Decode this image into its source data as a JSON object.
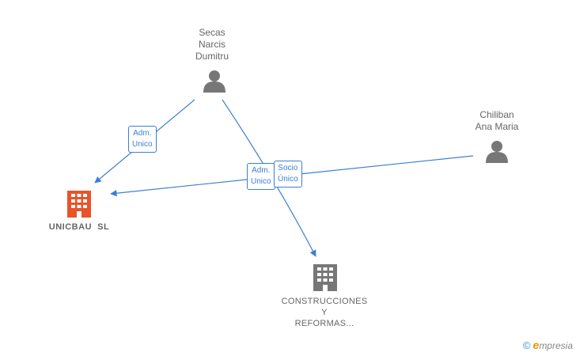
{
  "nodes": {
    "secas": {
      "lines": [
        "Secas",
        "Narcis",
        "Dumitru"
      ]
    },
    "chiliban": {
      "lines": [
        "Chiliban",
        "Ana Maria"
      ]
    },
    "unicbau": {
      "lines": [
        "UNICBAU  SL"
      ]
    },
    "construcciones": {
      "lines": [
        "CONSTRUCCIONES",
        "Y",
        "REFORMAS..."
      ]
    }
  },
  "edges": {
    "adm1": {
      "lines": [
        "Adm.",
        "Unico"
      ]
    },
    "adm2": {
      "lines": [
        "Adm.",
        "Unico"
      ]
    },
    "socio": {
      "lines": [
        "Socio",
        "Único"
      ]
    }
  },
  "brand": {
    "copyright": "©",
    "initial": "e",
    "name": "mpresia"
  },
  "colors": {
    "edge": "#3b7fd4",
    "person": "#777777",
    "company_main": "#e8542a",
    "company_other": "#777777"
  },
  "icons": {
    "person": "person-icon",
    "company": "building-icon"
  }
}
